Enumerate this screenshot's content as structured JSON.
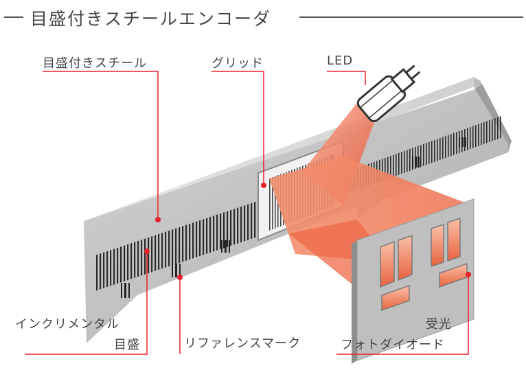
{
  "title": "目盛付きスチールエンコーダ",
  "labels": {
    "scale": "目盛付きスチール",
    "grid": "グリッド",
    "led": "LED",
    "incremental_line1": "インクリメンタル",
    "incremental_line2": "目盛",
    "reference_mark": "リファレンスマーク",
    "receiver_line1": "受光",
    "receiver_line2": "フォトダイオード"
  },
  "colors": {
    "leader": "#e8202a",
    "beam": "#f08060",
    "steel": "#b8b8b8",
    "text": "#444444"
  }
}
